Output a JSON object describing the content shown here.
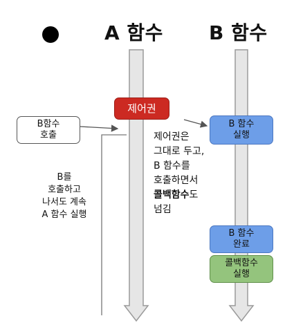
{
  "colors": {
    "control_box": "#cc2a22",
    "b_box": "#6d9ee8",
    "callback_box": "#94c47d",
    "timeline_fill": "#e6e6e6",
    "timeline_stroke": "#9a9a9a"
  },
  "headers": {
    "a": "A 함수",
    "b": "B 함수"
  },
  "icons": {
    "start_dot": "filled-circle"
  },
  "nodes": {
    "control": "제어권",
    "call_b": "B함수\n호출",
    "b_run": "B 함수\n실행",
    "b_done": "B 함수\n완료",
    "callback_run": "콜백함수\n실행"
  },
  "notes": {
    "left": "B를\n호출하고\n나서도 계속\nA 함수 실행",
    "right_line1": "제어권은",
    "right_line2": "그대로 두고,",
    "right_line3": "B 함수를",
    "right_line4": "호출하면서",
    "right_bold": "콜백함수",
    "right_line5_rest": "도",
    "right_line6": "넘김"
  }
}
